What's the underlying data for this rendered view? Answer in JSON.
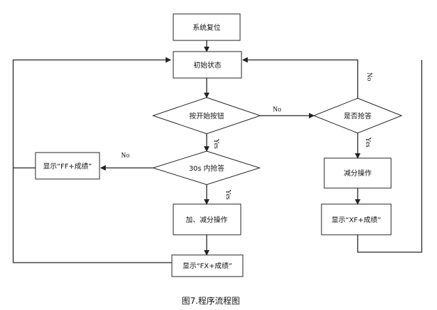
{
  "nodes": {
    "system_reset": "系统复位",
    "initial_state": "初始状态",
    "press_start": "按开始按钮",
    "buzz_in": "是否抢答",
    "buzz_in_30s": "30s 内抢答",
    "show_ff": "显示“FF+成绩”",
    "add_subtract": "加、减分操作",
    "show_fx": "显示“FX+成绩”",
    "subtract": "减分操作",
    "show_xf": "显示“XF+成绩”"
  },
  "edges": {
    "start_no": "No",
    "start_yes": "Yes",
    "buzz_yes": "Yes",
    "buzz_no": "No",
    "buzz30_no": "No",
    "buzz30_yes": "Yes"
  },
  "caption": "图7.程序流程图"
}
